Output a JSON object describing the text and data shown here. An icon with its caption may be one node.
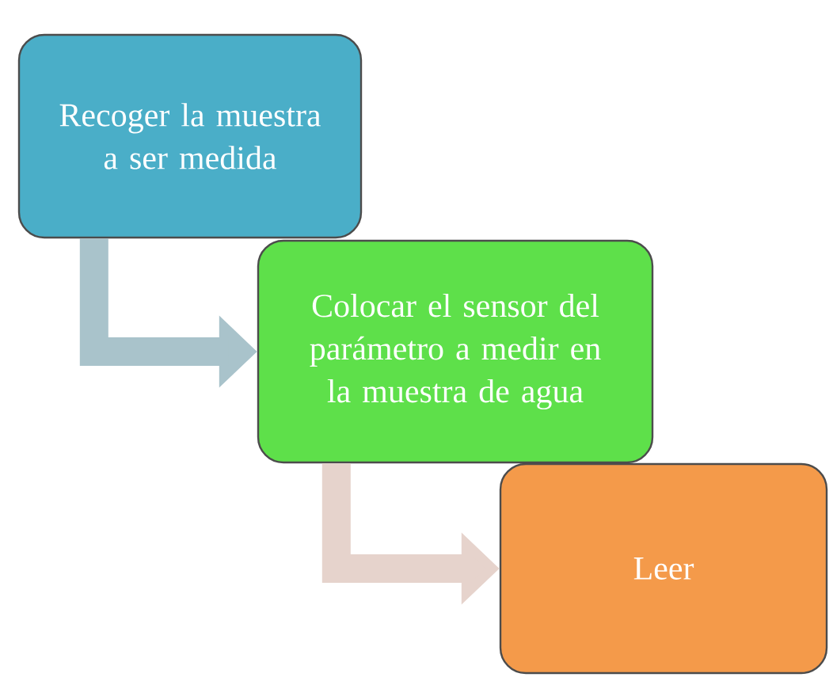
{
  "diagram": {
    "nodes": [
      {
        "text": [
          "Recoger la muestra a ser medida"
        ]
      },
      {
        "text": [
          "Colocar el sensor del parámetro a medir en la muestra de agua"
        ]
      },
      {
        "text": [
          "Leer"
        ]
      }
    ],
    "edges": [
      {
        "from": 0,
        "to": 1,
        "arrow": "to",
        "color": "#a9c3cb"
      },
      {
        "from": 1,
        "to": 2,
        "arrow": "to",
        "color": "#e6d3cc"
      }
    ]
  }
}
